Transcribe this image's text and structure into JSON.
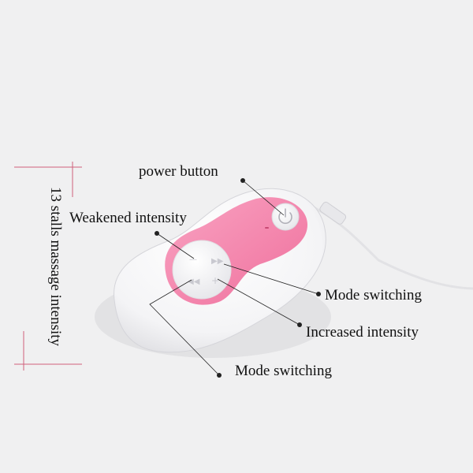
{
  "annotations": {
    "power": "power button",
    "weakened": "Weakened intensity",
    "mode_right": "Mode switching",
    "increased": "Increased intensity",
    "mode_bottom": "Mode switching"
  },
  "side_label": "13 stalls massage intensity",
  "colors": {
    "background": "#f0f0f1",
    "device_body": "#fbfbfc",
    "panel": "#f58ab0",
    "guide_lines": "#d0607a"
  }
}
